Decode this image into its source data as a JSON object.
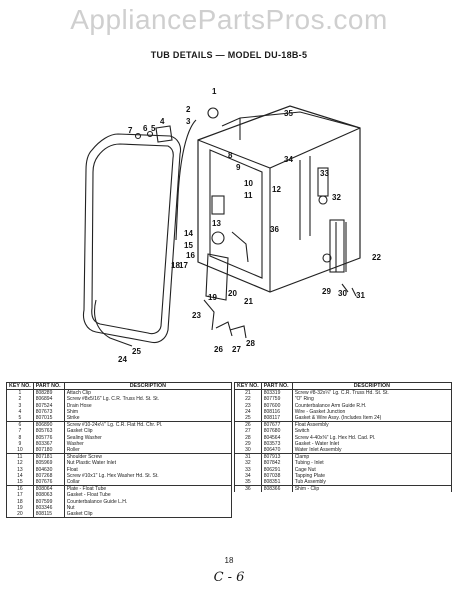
{
  "watermark": "AppliancePartsPros.com",
  "title": "TUB DETAILS — MODEL DU-18B-5",
  "diagram_labels": [
    "1",
    "2",
    "3",
    "4",
    "5",
    "6",
    "7",
    "8",
    "9",
    "10",
    "11",
    "12",
    "13",
    "14",
    "15",
    "16",
    "17",
    "18",
    "19",
    "20",
    "21",
    "22",
    "23",
    "24",
    "25",
    "26",
    "27",
    "28",
    "29",
    "30",
    "31",
    "32",
    "33",
    "34",
    "35",
    "36"
  ],
  "table_headers": {
    "key": "KEY NO.",
    "part": "PART NO.",
    "desc": "DESCRIPTION"
  },
  "parts_left": [
    {
      "key": "1",
      "part": "808289",
      "desc": "Attach Clip"
    },
    {
      "key": "2",
      "part": "806894",
      "desc": "Screw #8x5/16\" Lg. C.R. Truss Hd. St. St."
    },
    {
      "key": "3",
      "part": "807524",
      "desc": "Drain Hose"
    },
    {
      "key": "4",
      "part": "807673",
      "desc": "Shim"
    },
    {
      "key": "5",
      "part": "807015",
      "desc": "Strike"
    },
    {
      "key": "6",
      "part": "806890",
      "desc": "Screw #10-24x½\" Lg. C.R. Flat Hd. Chr. Pl."
    },
    {
      "key": "7",
      "part": "805763",
      "desc": "Gasket Clip"
    },
    {
      "key": "8",
      "part": "805776",
      "desc": "Sealing Washer"
    },
    {
      "key": "9",
      "part": "803367",
      "desc": "Washer"
    },
    {
      "key": "10",
      "part": "807180",
      "desc": "Roller"
    },
    {
      "key": "11",
      "part": "807181",
      "desc": "Shoulder Screw"
    },
    {
      "key": "12",
      "part": "805969",
      "desc": "Nut Plastic Water Inlet"
    },
    {
      "key": "13",
      "part": "804630",
      "desc": "Float"
    },
    {
      "key": "14",
      "part": "807268",
      "desc": "Screw #10x1\" Lg. Hex Washer Hd. St. St."
    },
    {
      "key": "15",
      "part": "807676",
      "desc": "Collar"
    },
    {
      "key": "16",
      "part": "808064",
      "desc": "Plate - Float Tube"
    },
    {
      "key": "17",
      "part": "808063",
      "desc": "Gasket - Float Tube"
    },
    {
      "key": "18",
      "part": "807599",
      "desc": "Counterbalance Guide L.H."
    },
    {
      "key": "19",
      "part": "803346",
      "desc": "Nut"
    },
    {
      "key": "20",
      "part": "808115",
      "desc": "Gasket Clip"
    }
  ],
  "parts_right": [
    {
      "key": "21",
      "part": "803319",
      "desc": "Screw #8-32x¼\" Lg. C.R. Truss Hd. St. St."
    },
    {
      "key": "22",
      "part": "807759",
      "desc": "\"O\" Ring"
    },
    {
      "key": "23",
      "part": "807600",
      "desc": "Counterbalance Arm Guide R.H."
    },
    {
      "key": "24",
      "part": "808116",
      "desc": "Wire - Gasket Junction"
    },
    {
      "key": "25",
      "part": "808117",
      "desc": "Gasket & Wire Assy. (Includes Item 24)"
    },
    {
      "key": "26",
      "part": "807677",
      "desc": "Float Assembly"
    },
    {
      "key": "27",
      "part": "807680",
      "desc": "Switch"
    },
    {
      "key": "28",
      "part": "804564",
      "desc": "Screw 4-40x⅜\" Lg. Hex Hd. Cad. Pl."
    },
    {
      "key": "29",
      "part": "803573",
      "desc": "Gasket - Water Inlet"
    },
    {
      "key": "30",
      "part": "806470",
      "desc": "Water Inlet Assembly"
    },
    {
      "key": "31",
      "part": "807913",
      "desc": "Clamp"
    },
    {
      "key": "32",
      "part": "807842",
      "desc": "Tubing - Inlet"
    },
    {
      "key": "33",
      "part": "806291",
      "desc": "Cage Nut"
    },
    {
      "key": "34",
      "part": "807038",
      "desc": "Tapping Plate"
    },
    {
      "key": "35",
      "part": "808351",
      "desc": "Tub Assembly"
    },
    {
      "key": "36",
      "part": "808366",
      "desc": "Shim - Clip"
    }
  ],
  "page_number": "18",
  "handwritten_note": "C - 6"
}
